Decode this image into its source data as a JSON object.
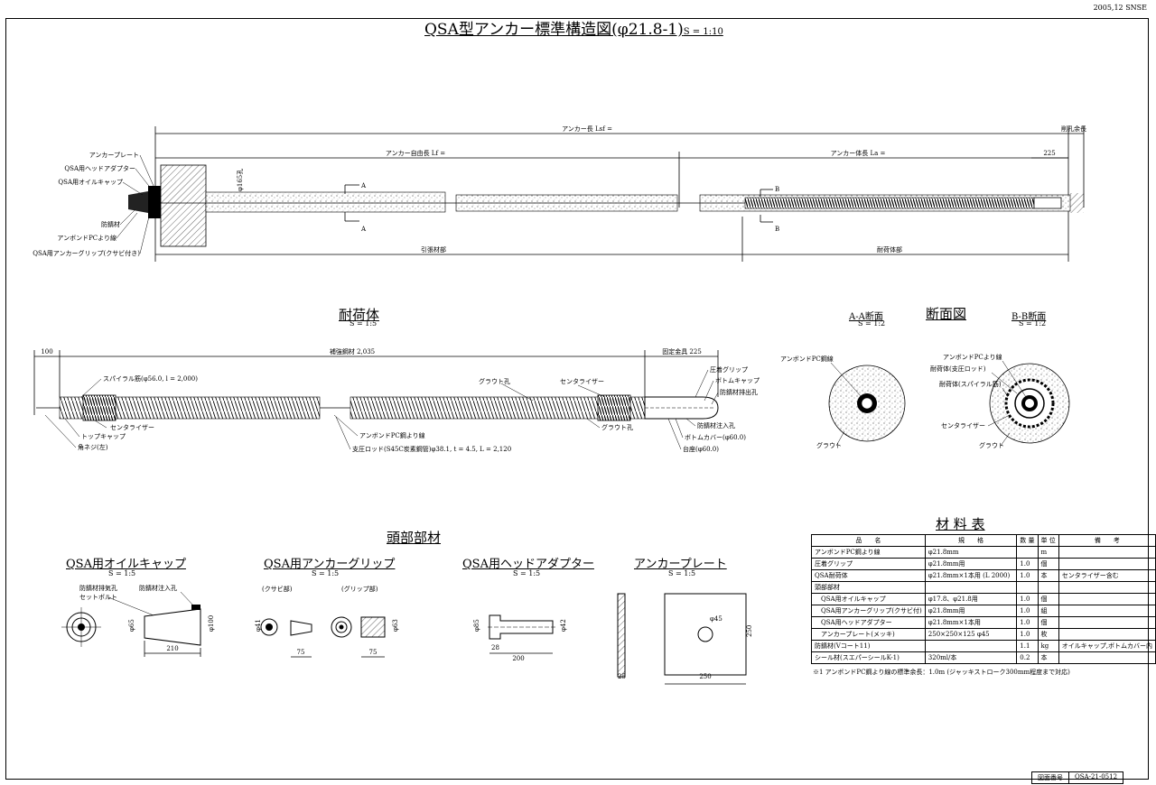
{
  "header": {
    "title": "QSA型アンカー標準構造図(φ21.8-1)",
    "title_scale": "S = 1:10",
    "date": "2005,12 SNSE"
  },
  "overall": {
    "anchor_length": "アンカー長 Lsf =",
    "free_length": "アンカー自由長 Lf =",
    "body_length": "アンカー体長 La =",
    "drill_extra": "削孔余長",
    "dim_225": "225",
    "dia_label": "φ165孔",
    "tension_part": "引張材部",
    "load_part": "耐荷体部",
    "section_a": "A",
    "section_b": "B",
    "callouts": [
      "アンカープレート",
      "QSA用ヘッドアダプター",
      "QSA用オイルキャップ",
      "防錆材",
      "アンボンドPCより線",
      "QSA用アンカーグリップ(クサビ付き)"
    ]
  },
  "load_body": {
    "title": "耐荷体",
    "scale": "S = 1:5",
    "dim_100": "100",
    "reinforce": "補強鋼材 2,035",
    "fixed_fitting": "固定金具 225",
    "labels": {
      "spiral": "スパイラル筋(φ56.0, l = 2,000)",
      "grout_hole_1": "グラウト孔",
      "centralizer_top": "センタライザー",
      "compress_grip": "圧着グリップ",
      "bottom_cap": "ボトムキャップ",
      "rust_out": "防錆材排出孔",
      "centralizer": "センタライザー",
      "top_cap": "トップキャップ",
      "square_screw": "角ネジ(左)",
      "unbond_pc": "アンボンドPC鋼より線",
      "grout_hole_2": "グラウト孔",
      "rust_in": "防錆材注入孔",
      "bottom_cover": "ボトムカバー(φ60.0)",
      "support_rod": "支圧ロッド(S45C炭素鋼管)φ38.1, t = 4.5, L = 2,120",
      "base": "台座(φ60.0)"
    }
  },
  "sections": {
    "title": "断面図",
    "aa_title": "A-A断面",
    "aa_scale": "S = 1:2",
    "bb_title": "B-B断面",
    "bb_scale": "S = 1:2",
    "aa_labels": [
      "アンボンドPC鋼線",
      "グラウト"
    ],
    "bb_labels": [
      "アンボンドPCより線",
      "耐荷体(支圧ロッド)",
      "耐荷体(スパイラル筋)",
      "センタライザー",
      "グラウト"
    ]
  },
  "head": {
    "title": "頭部部材",
    "oil_cap": {
      "title": "QSA用オイルキャップ",
      "scale": "S = 1:5",
      "label_exhaust": "防錆材排気孔",
      "label_bolt": "セットボルト",
      "label_inject": "防錆材注入孔",
      "d1": "φ65",
      "d2": "φ100",
      "len": "210"
    },
    "grip": {
      "title": "QSA用アンカーグリップ",
      "scale": "S = 1:5",
      "wedge": "(クサビ部)",
      "grip": "(グリップ部)",
      "d1": "φ41",
      "d2": "φ63",
      "len1": "75",
      "len2": "75"
    },
    "adapter": {
      "title": "QSA用ヘッドアダプター",
      "scale": "S = 1:5",
      "d1": "φ85",
      "d2": "φ42",
      "w": "28",
      "len": "200"
    },
    "plate": {
      "title": "アンカープレート",
      "scale": "S = 1:5",
      "hole": "φ45",
      "size": "250",
      "size2": "250",
      "t": "25"
    }
  },
  "materials": {
    "title": "材 料 表",
    "headers": [
      "品　　名",
      "規　　格",
      "数 量",
      "単 位",
      "備　　考"
    ],
    "rows": [
      [
        "アンボンドPC鋼より線",
        "φ21.8mm",
        "",
        "m",
        ""
      ],
      [
        "圧着グリップ",
        "φ21.8mm用",
        "1.0",
        "個",
        ""
      ],
      [
        "QSA耐荷体",
        "φ21.8mm×1本用 (L 2000)",
        "1.0",
        "本",
        "センタライザー含む"
      ],
      [
        "頭部部材",
        "",
        "",
        "",
        ""
      ],
      [
        "　QSA用オイルキャップ",
        "φ17.8、φ21.8用",
        "1.0",
        "個",
        ""
      ],
      [
        "　QSA用アンカーグリップ(クサビ付)",
        "φ21.8mm用",
        "1.0",
        "組",
        ""
      ],
      [
        "　QSA用ヘッドアダプター",
        "φ21.8mm×1本用",
        "1.0",
        "個",
        ""
      ],
      [
        "　アンカープレート(メッキ)",
        "250×250×125 φ45",
        "1.0",
        "枚",
        ""
      ],
      [
        "防錆材(Vコート11)",
        "",
        "1.1",
        "kg",
        "オイルキャップ,ボトムカバー内"
      ],
      [
        "シール材(スエパーシールK-1)",
        "320ml/本",
        "0.2",
        "本",
        ""
      ]
    ],
    "note": "※1 アンボンドPC鋼より線の標準余長：1.0m (ジャッキストローク300mm程度まで対応)"
  },
  "drawing_no": {
    "label": "図面番号",
    "value": "QSA-21-0512"
  }
}
